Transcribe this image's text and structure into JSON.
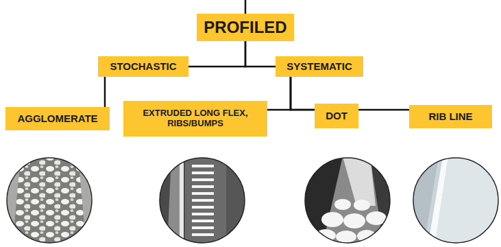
{
  "diagram": {
    "nodes": [
      {
        "text": [
          "PROFILED"
        ]
      },
      {
        "text": [
          "STOCHASTIC"
        ]
      },
      {
        "text": [
          "SYSTEMATIC"
        ]
      },
      {
        "text": [
          "AGGLOMERATE"
        ]
      },
      {
        "text": [
          "EXTRUDED LONG FLEX, RIBS/BUMPS"
        ]
      },
      {
        "text": [
          "DOT"
        ]
      },
      {
        "text": [
          "RIB LINE"
        ]
      }
    ],
    "edges": [
      {
        "from": 0,
        "to": 1,
        "arrow": "none"
      },
      {
        "from": 0,
        "to": 2,
        "arrow": "none"
      },
      {
        "from": 1,
        "to": 3,
        "arrow": "none"
      },
      {
        "from": 2,
        "to": 4,
        "arrow": "none"
      },
      {
        "from": 2,
        "to": 5,
        "arrow": "none"
      },
      {
        "from": 2,
        "to": 6,
        "arrow": "none"
      }
    ]
  }
}
